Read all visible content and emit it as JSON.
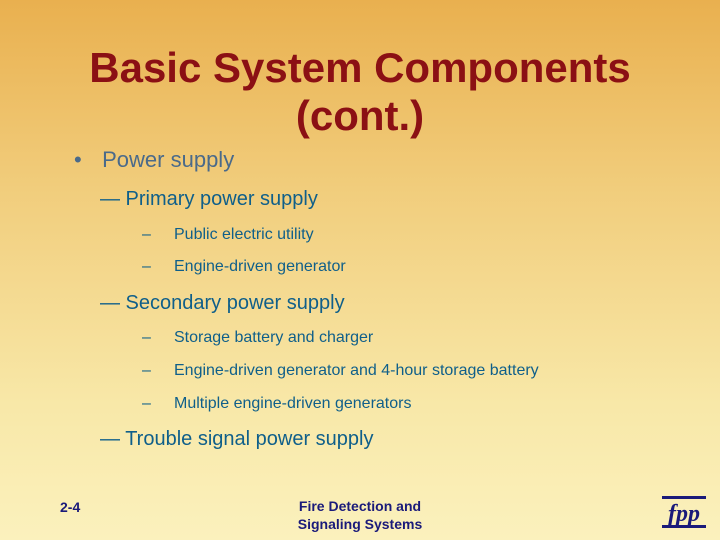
{
  "slide": {
    "title_line1": "Basic System Components",
    "title_line2": "(cont.)",
    "bullet_symbol": "•",
    "level1": "Power supply",
    "primary": {
      "label": "— Primary power supply",
      "items": [
        "Public electric utility",
        "Engine-driven generator"
      ]
    },
    "secondary": {
      "label": "— Secondary power supply",
      "items": [
        "Storage battery and charger",
        "Engine-driven generator and 4-hour storage battery",
        "Multiple engine-driven generators"
      ]
    },
    "trouble": {
      "label": "— Trouble signal power supply"
    },
    "dash_symbol": "–"
  },
  "footer": {
    "page": "2-4",
    "title_line1": "Fire Detection and",
    "title_line2": "Signaling Systems",
    "logo_text": "fpp"
  },
  "colors": {
    "title": "#8b1014",
    "body": "#0f5f8a",
    "footer": "#1a1a7a"
  }
}
